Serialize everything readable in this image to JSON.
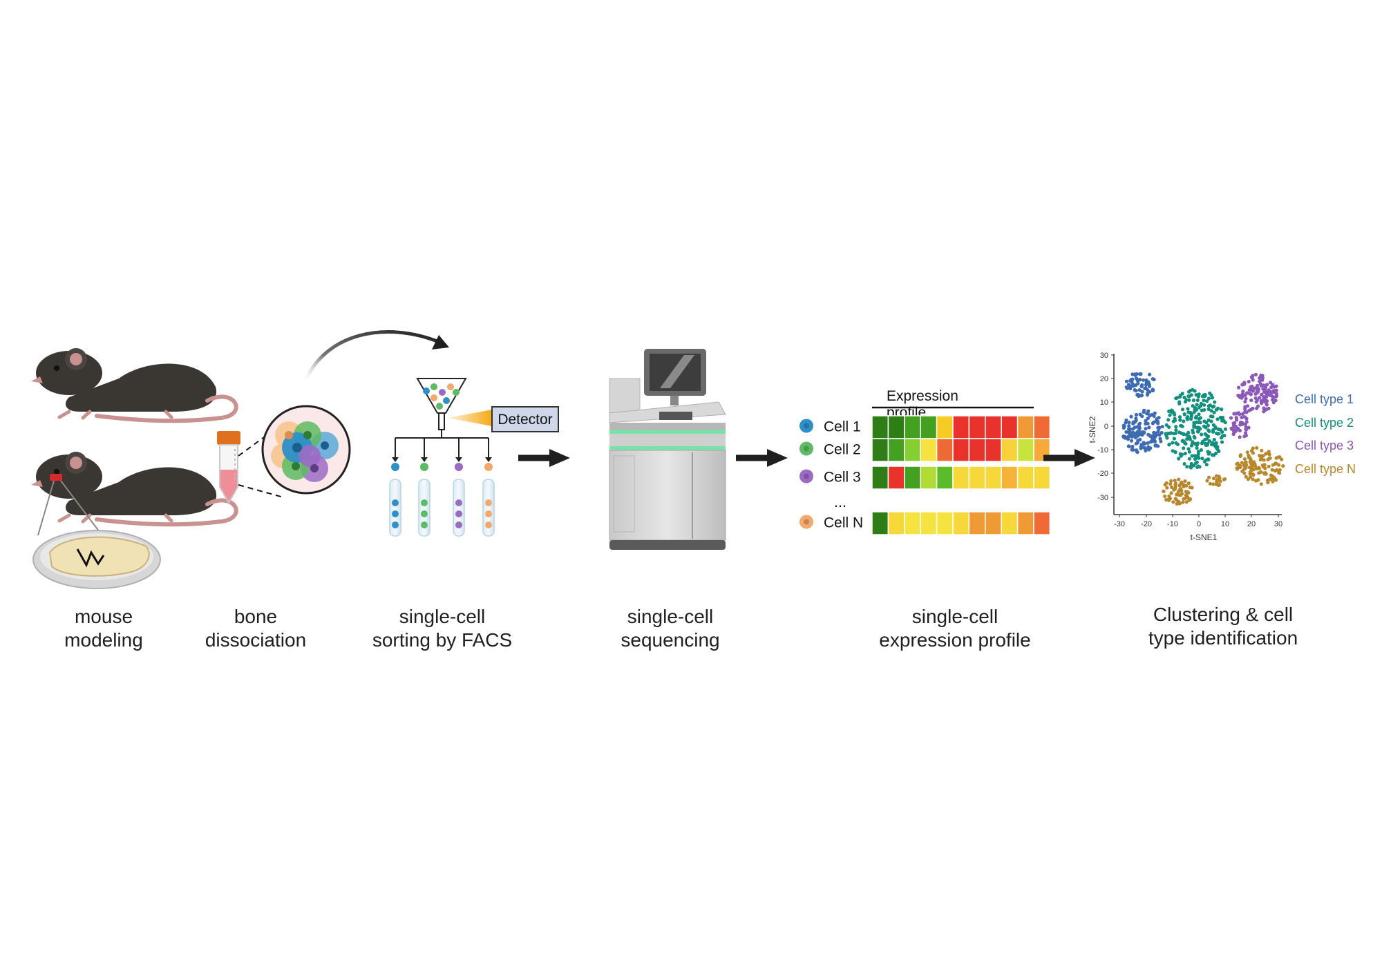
{
  "steps": [
    {
      "line1": "mouse",
      "line2": "modeling"
    },
    {
      "line1": "bone",
      "line2": "dissociation"
    },
    {
      "line1": "single-cell",
      "line2": "sorting by FACS"
    },
    {
      "line1": "single-cell",
      "line2": "sequencing"
    },
    {
      "line1": "single-cell",
      "line2": "expression profile"
    },
    {
      "line1": "Clustering & cell",
      "line2": "type identification"
    }
  ],
  "facs": {
    "detector_label": "Detector"
  },
  "heatmap": {
    "header_line1": "Expression",
    "header_line2": "profile",
    "ellipsis": "...",
    "rows": [
      {
        "label": "Cell 1",
        "dot_color": "#2e8fc9",
        "cells": [
          "#2e7d17",
          "#2e7d17",
          "#43a020",
          "#43a020",
          "#f5cc23",
          "#e8322b",
          "#e8322b",
          "#e8322b",
          "#e8322b",
          "#ef9a34",
          "#ef6a35"
        ]
      },
      {
        "label": "Cell 2",
        "dot_color": "#5dbb63",
        "cells": [
          "#2e7d17",
          "#43a020",
          "#86cf30",
          "#f5e342",
          "#ee6a34",
          "#e8322b",
          "#e8322b",
          "#e8322b",
          "#f7d23b",
          "#c9e33d",
          "#f7a93a"
        ]
      },
      {
        "label": "Cell 3",
        "dot_color": "#9b6bc4",
        "cells": [
          "#2e7d17",
          "#e8322b",
          "#43a020",
          "#b1dc35",
          "#5cbb2b",
          "#f7d83b",
          "#f7d83b",
          "#f7d83b",
          "#f5b339",
          "#f7d83b",
          "#f7d83b"
        ]
      },
      {
        "label": "Cell N",
        "dot_color": "#f2a96a",
        "cells": [
          "#2e7d17",
          "#f7d83b",
          "#f5e342",
          "#f5e342",
          "#f5e342",
          "#f7d83b",
          "#ef9a34",
          "#ef9a34",
          "#f7d83b",
          "#ef9a34",
          "#ef6a35"
        ]
      }
    ]
  },
  "tsne": {
    "xlabel": "t-SNE1",
    "ylabel": "t-SNE2",
    "xticks": [
      "-30",
      "-20",
      "-10",
      "0",
      "10",
      "20",
      "30"
    ],
    "yticks": [
      "30",
      "20",
      "10",
      "0",
      "-10",
      "-20",
      "-30"
    ],
    "legend": [
      {
        "label": "Cell type 1",
        "color": "#3d6bb3"
      },
      {
        "label": "Cell type 2",
        "color": "#128f7d"
      },
      {
        "label": "Cell type 3",
        "color": "#8a58b8"
      },
      {
        "label": "Cell type N",
        "color": "#b8872b"
      }
    ]
  },
  "colors": {
    "cell_blue": "#2e8fc9",
    "cell_green": "#5dbb63",
    "cell_purple": "#9b6bc4",
    "cell_orange": "#f2a96a",
    "arrow": "#1f1f1f",
    "mouse_body": "#3a3632",
    "mouse_tail": "#c99290"
  }
}
